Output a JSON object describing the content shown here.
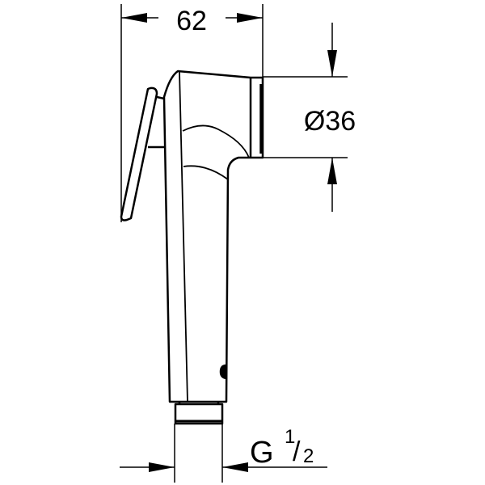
{
  "drawing": {
    "subject": "hand shower technical drawing",
    "stroke_color": "#000000",
    "background": "#ffffff"
  },
  "dimensions": {
    "width": {
      "label": "62"
    },
    "head_diameter": {
      "label": "Ø36"
    },
    "thread": {
      "label_main": "G",
      "label_num": "1",
      "label_slash": "/",
      "label_den": "2"
    }
  }
}
